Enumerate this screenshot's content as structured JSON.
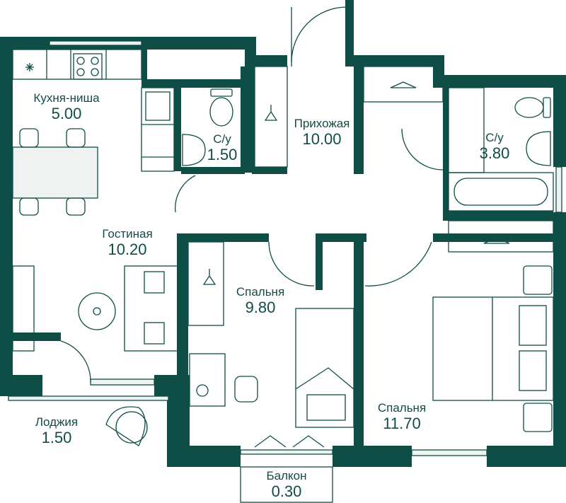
{
  "colors": {
    "wall": "#0f4d47",
    "background": "#ffffff",
    "furniture_fill": "#eef3f2"
  },
  "rooms": [
    {
      "id": "kitchen",
      "name": "Кухня-ниша",
      "area": "5.00"
    },
    {
      "id": "bath1",
      "name": "С/у",
      "area": "1.50"
    },
    {
      "id": "hall",
      "name": "Прихожая",
      "area": "10.00"
    },
    {
      "id": "bath2",
      "name": "С/у",
      "area": "3.80"
    },
    {
      "id": "living",
      "name": "Гостиная",
      "area": "10.20"
    },
    {
      "id": "bedroom1",
      "name": "Спальня",
      "area": "9.80"
    },
    {
      "id": "bedroom2",
      "name": "Спальня",
      "area": "11.70"
    },
    {
      "id": "loggia",
      "name": "Лоджия",
      "area": "1.50"
    },
    {
      "id": "balcony",
      "name": "Балкон",
      "area": "0.30"
    }
  ],
  "icons": [
    "stove-icon",
    "snowflake-icon",
    "sink-icon",
    "toilet-icon",
    "bathtub-icon",
    "hanger-icon",
    "bed-icon",
    "sofa-icon",
    "armchair-icon",
    "table-icon",
    "chair-icon",
    "desk-icon",
    "door-icon",
    "window-icon"
  ]
}
